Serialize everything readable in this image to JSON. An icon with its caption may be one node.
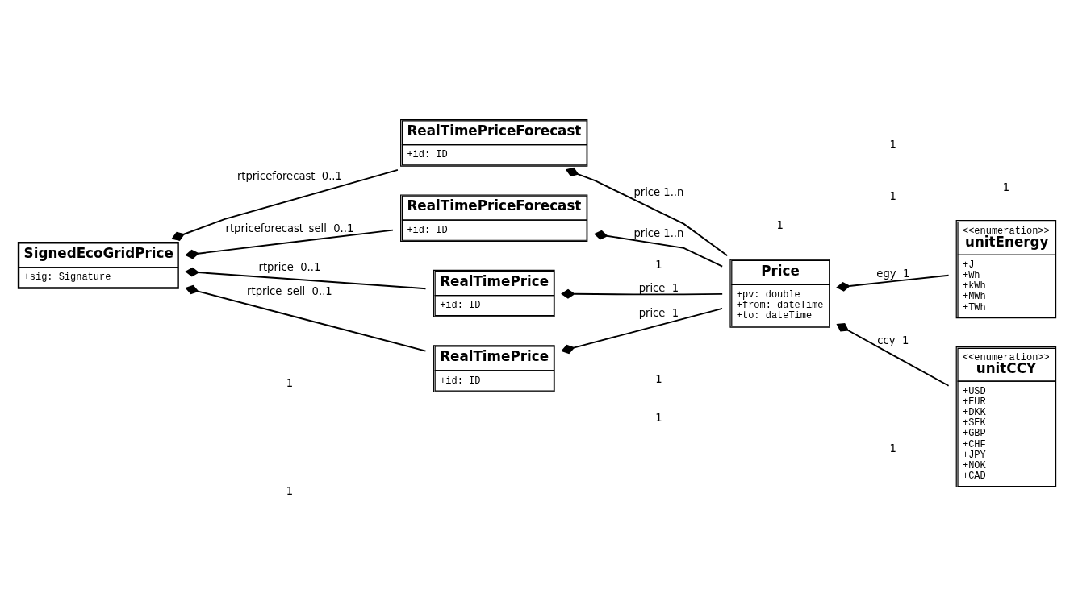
{
  "diagram": {
    "nodes": [
      {
        "text": [
          "RealTimePriceForecast",
          "+id: ID"
        ]
      },
      {
        "text": [
          "RealTimePrice",
          "+id: ID"
        ]
      },
      {
        "text": [
          "Price",
          "+pv: double",
          "+from: dateTime",
          "+to: dateTime"
        ]
      },
      {
        "text": [
          "<<enumeration>>",
          "unitEnergy",
          "+J",
          "+Wh",
          "+kWh",
          "+MWh",
          "+TWh"
        ]
      },
      {
        "text": [
          "RealTimePriceForecast",
          "+id: ID"
        ]
      },
      {
        "text": [
          "<<enumeration>>",
          "unitCCY",
          "+USD",
          "+EUR",
          "+DKK",
          "+SEK",
          "+GBP",
          "+CHF",
          "+JPY",
          "+NOK",
          "+CAD"
        ]
      },
      {
        "text": [
          "RealTimePrice",
          "+id: ID"
        ]
      },
      {
        "text": [
          "SignedEcoGridPrice",
          "+sig: Signature"
        ]
      }
    ],
    "edges": [
      {
        "from": 0,
        "to": 2,
        "arrow": "other",
        "label": "price 1..n"
      },
      {
        "from": 1,
        "to": 2,
        "arrow": "other",
        "label": "price  1"
      },
      {
        "from": 4,
        "to": 2,
        "arrow": "other",
        "label": "price 1..n"
      },
      {
        "from": 6,
        "to": 2,
        "arrow": "other",
        "label": "price  1"
      },
      {
        "from": 2,
        "to": 3,
        "arrow": "other",
        "label": "egy  1"
      },
      {
        "from": 2,
        "to": 5,
        "arrow": "other",
        "label": "ccy  1"
      },
      {
        "from": 7,
        "to": 0,
        "arrow": "other",
        "label": "rtpriceforecast  0..1"
      },
      {
        "from": 7,
        "to": 1,
        "arrow": "other",
        "label": "rtprice  0..1"
      },
      {
        "from": 7,
        "to": 4,
        "arrow": "other",
        "label": "rtpriceforecast_sell  0..1"
      },
      {
        "from": 7,
        "to": 6,
        "arrow": "other",
        "label": "rtprice_sell  0..1"
      }
    ],
    "labels": [
      "1",
      "1",
      "1",
      "1",
      "1",
      "1",
      "1",
      "1",
      "1",
      "1"
    ]
  }
}
